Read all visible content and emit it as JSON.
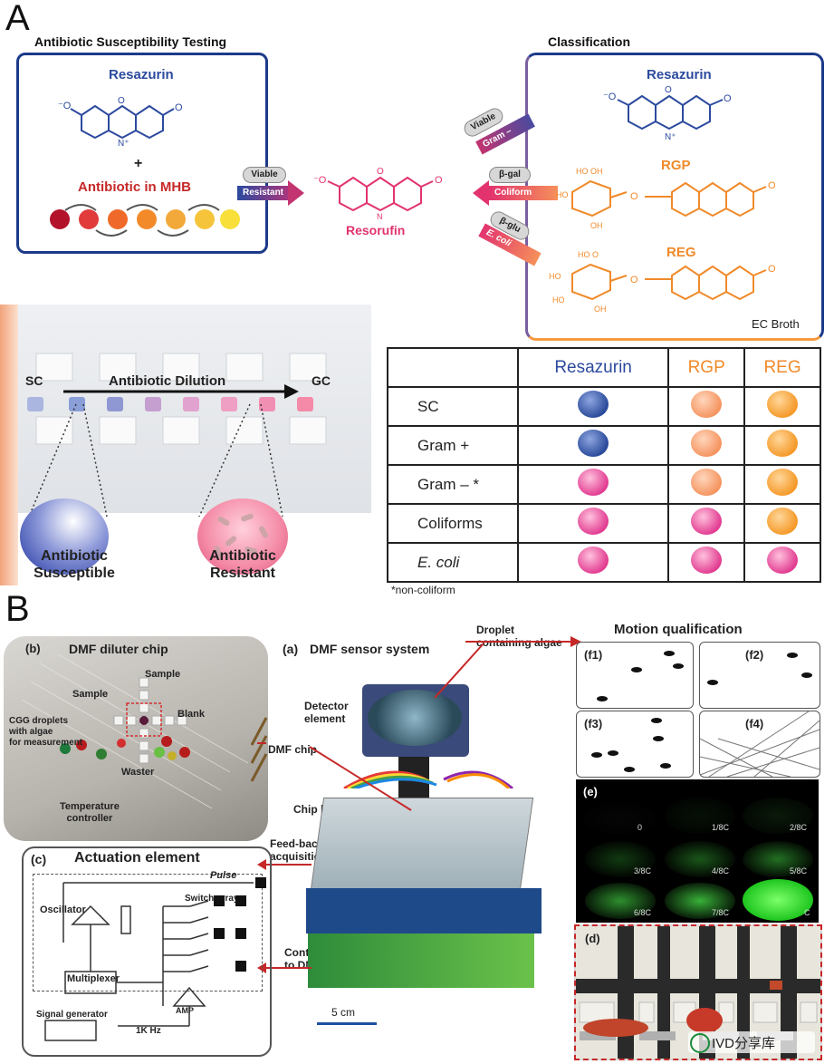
{
  "panel_a": {
    "letter": "A",
    "ast_title": "Antibiotic Susceptibility Testing",
    "classification_title": "Classification",
    "resazurin": "Resazurin",
    "plus": "+",
    "antibiotic_mhb": "Antibiotic in MHB",
    "viable": "Viable",
    "resistant": "Resistant",
    "resorufin": "Resorufin",
    "viable2": "Viable",
    "gram_minus": "Gram –",
    "beta_gal": "β-gal",
    "coliform": "Coliform",
    "beta_glu": "β-glu",
    "e_coli": "E. coli",
    "rgp": "RGP",
    "reg": "REG",
    "ec_broth": "EC Broth",
    "sc": "SC",
    "gc": "GC",
    "antibiotic_dilution": "Antibiotic Dilution",
    "susceptible_line1": "Antibiotic",
    "susceptible_line2": "Susceptible",
    "resistant_line1": "Antibiotic",
    "resistant_line2": "Resistant",
    "table": {
      "columns": [
        "Resazurin",
        "RGP",
        "REG"
      ],
      "rows": [
        {
          "label": "SC",
          "dots": [
            "blue",
            "peach",
            "orange"
          ]
        },
        {
          "label": "Gram +",
          "dots": [
            "blue",
            "peach",
            "orange"
          ]
        },
        {
          "label": "Gram – *",
          "dots": [
            "pink",
            "peach",
            "orange"
          ]
        },
        {
          "label": "Coliforms",
          "dots": [
            "pink",
            "pink",
            "orange"
          ]
        },
        {
          "label": "E. coli",
          "dots": [
            "pink",
            "pink",
            "pink"
          ]
        }
      ],
      "footnote": "*non-coliform"
    }
  },
  "panel_b": {
    "letter": "B",
    "b_title": "DMF diluter chip",
    "b_tag": "(b)",
    "sample_top": "Sample",
    "sample_left": "Sample",
    "blank": "Blank",
    "cgg_line1": "CGG droplets",
    "cgg_line2": "with algae",
    "cgg_line3": "for measurement",
    "waster": "Waster",
    "temp_line1": "Temperature",
    "temp_line2": "controller",
    "a_tag": "(a)",
    "a_title": "DMF sensor system",
    "droplet_line1": "Droplet",
    "droplet_line2": "containing algae",
    "detector_line1": "Detector",
    "detector_line2": "element",
    "dmf_chip": "DMF chip",
    "chip_holder": "Chip holder",
    "feedback_line1": "Feed-back signal",
    "feedback_line2": "acquisition",
    "control_line1": "Control  Electronics",
    "control_line2": "to DMF chip",
    "scale": "5 cm",
    "c_tag": "(c)",
    "c_title": "Actuation element",
    "pulse": "Pulse",
    "oscillator": "Oscillator",
    "switch_array": "Switch array",
    "multiplexer": "Multiplexer",
    "amp": "AMP",
    "signal_generator": "Signal generator",
    "freq": "1K Hz",
    "motion_title": "Motion  qualification",
    "f_tags": [
      "(f1)",
      "(f2)",
      "(f3)",
      "(f4)"
    ],
    "e_tag": "(e)",
    "e_labels": [
      "0",
      "1/8C",
      "2/8C",
      "3/8C",
      "4/8C",
      "5/8C",
      "6/8C",
      "7/8C",
      "C"
    ],
    "d_tag": "(d)",
    "watermark": "IVD分享库"
  },
  "colors": {
    "blue": "#2c4a9e",
    "pink": "#e2336f",
    "orange": "#f08a2a",
    "frame_blue": "#1d3a8a",
    "arrow_red": "#c62828"
  }
}
